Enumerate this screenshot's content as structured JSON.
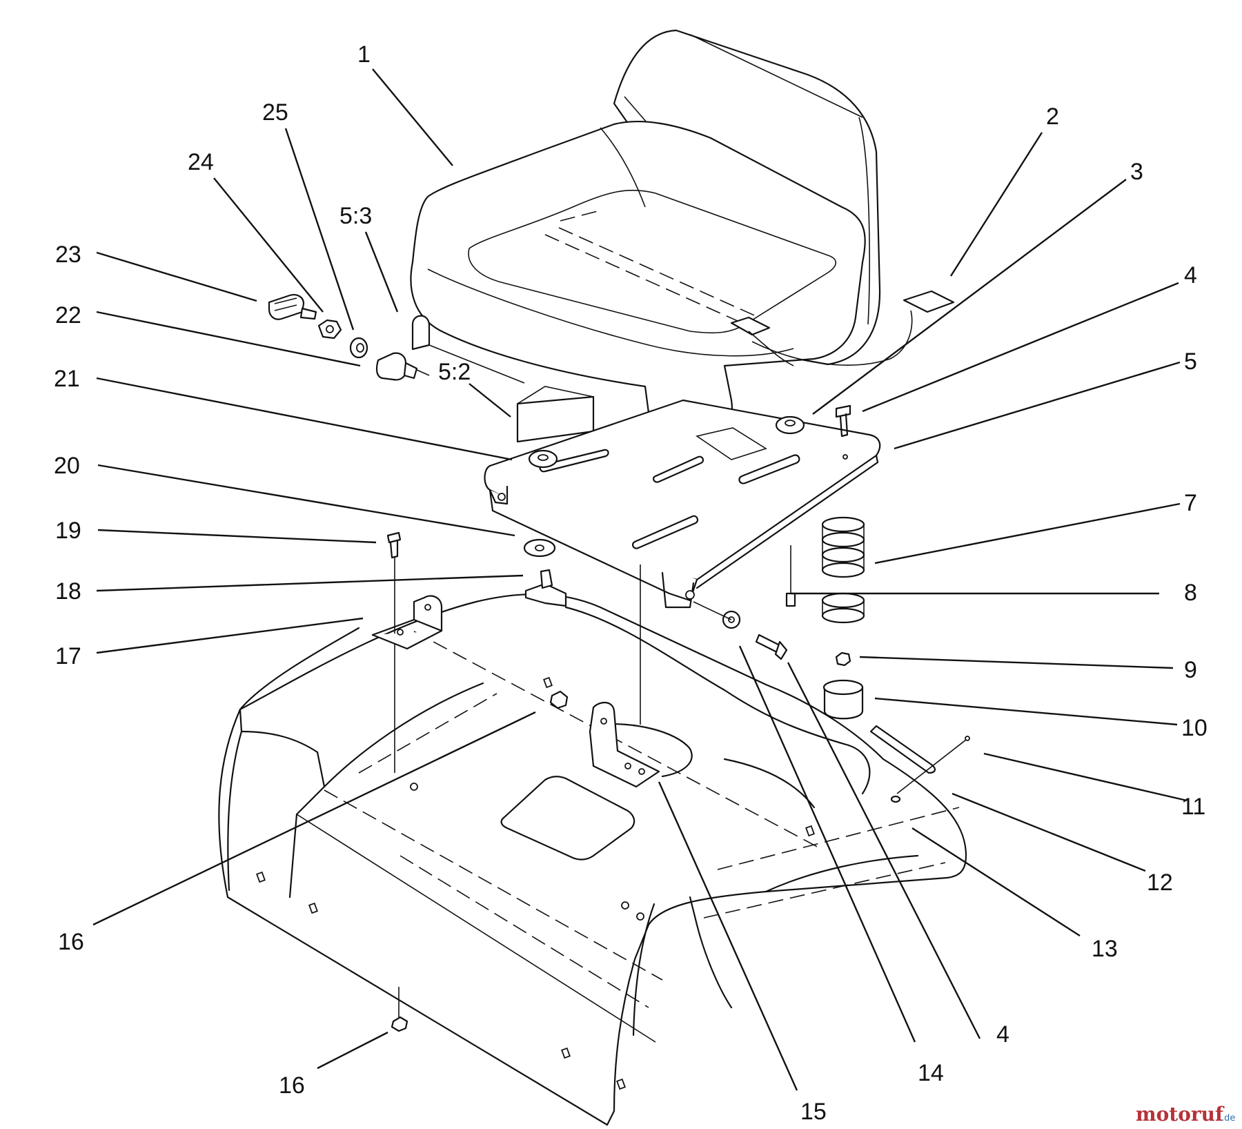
{
  "diagram": {
    "callouts": [
      {
        "id": "c1",
        "text": "1"
      },
      {
        "id": "c2",
        "text": "2"
      },
      {
        "id": "c3",
        "text": "3"
      },
      {
        "id": "c4a",
        "text": "4"
      },
      {
        "id": "c4b",
        "text": "4"
      },
      {
        "id": "c5",
        "text": "5"
      },
      {
        "id": "c5_2",
        "text": "5:2"
      },
      {
        "id": "c5_3",
        "text": "5:3"
      },
      {
        "id": "c7",
        "text": "7"
      },
      {
        "id": "c8",
        "text": "8"
      },
      {
        "id": "c9",
        "text": "9"
      },
      {
        "id": "c10",
        "text": "10"
      },
      {
        "id": "c11",
        "text": "11"
      },
      {
        "id": "c12",
        "text": "12"
      },
      {
        "id": "c13",
        "text": "13"
      },
      {
        "id": "c14",
        "text": "14"
      },
      {
        "id": "c15",
        "text": "15"
      },
      {
        "id": "c16a",
        "text": "16"
      },
      {
        "id": "c16b",
        "text": "16"
      },
      {
        "id": "c17",
        "text": "17"
      },
      {
        "id": "c18",
        "text": "18"
      },
      {
        "id": "c19",
        "text": "19"
      },
      {
        "id": "c20",
        "text": "20"
      },
      {
        "id": "c21",
        "text": "21"
      },
      {
        "id": "c22",
        "text": "22"
      },
      {
        "id": "c23",
        "text": "23"
      },
      {
        "id": "c24",
        "text": "24"
      },
      {
        "id": "c25",
        "text": "25"
      }
    ]
  },
  "watermark": {
    "brand": "motoruf",
    "tld": ".de",
    "brand_color": "#b5333a",
    "tld_color": "#2f6fb0"
  }
}
